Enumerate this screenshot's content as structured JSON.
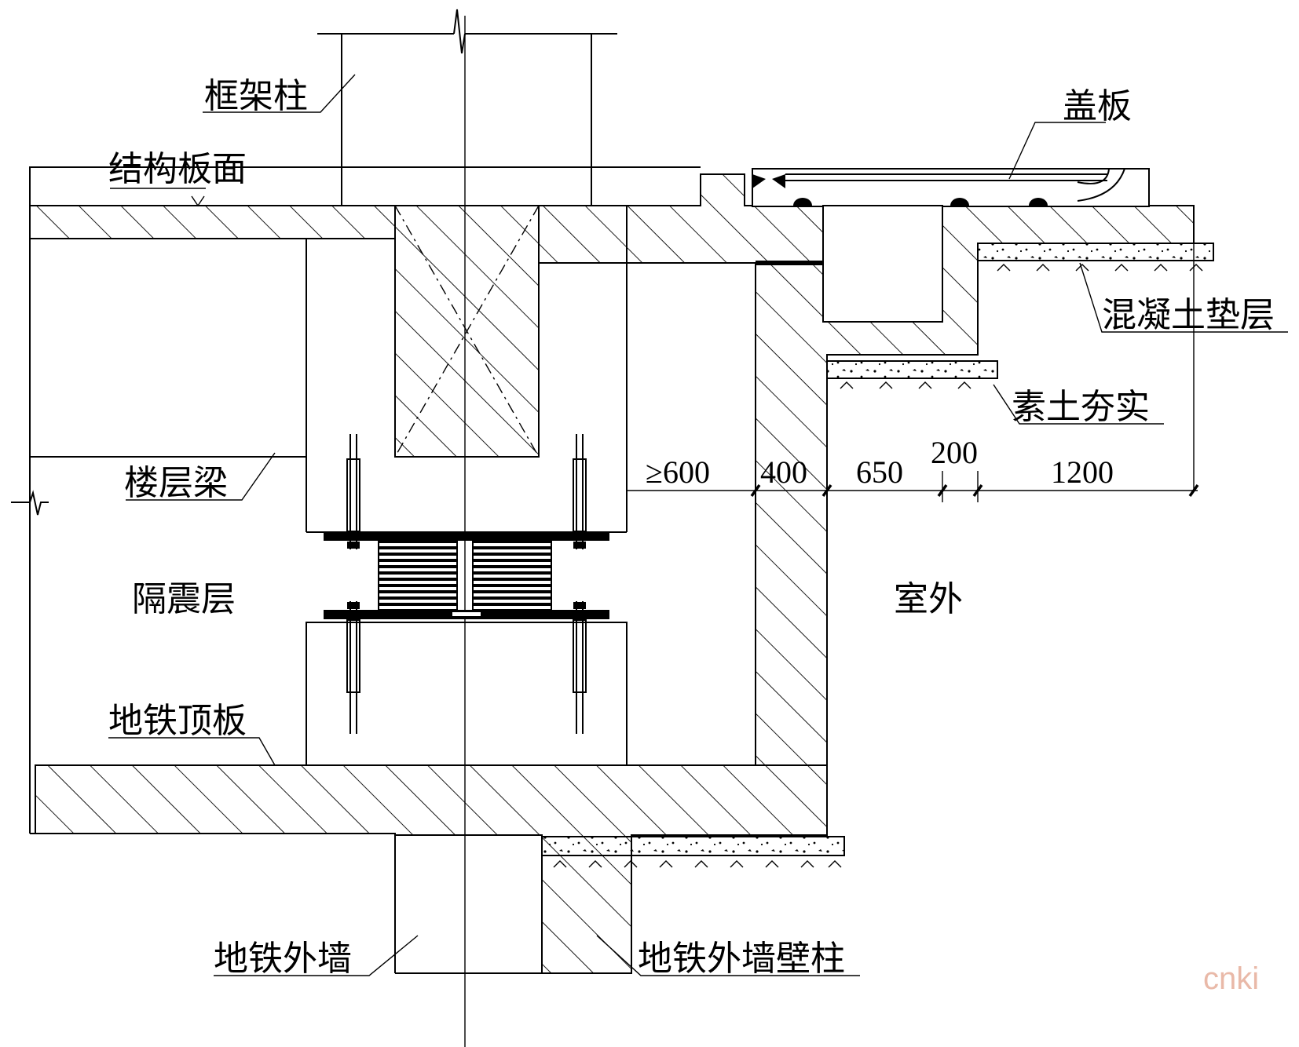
{
  "labels": {
    "frame_column": "框架柱",
    "cover_plate": "盖板",
    "structural_slab_surface": "结构板面",
    "concrete_cushion": "混凝土垫层",
    "compacted_soil": "素土夯实",
    "floor_beam": "楼层梁",
    "isolation_layer": "隔震层",
    "outdoor": "室外",
    "metro_roof_slab": "地铁顶板",
    "metro_outer_wall": "地铁外墙",
    "metro_outer_wall_pilaster": "地铁外墙壁柱"
  },
  "dimensions": {
    "gap": "≥600",
    "wall": "400",
    "d650": "650",
    "d200": "200",
    "d1200": "1200"
  },
  "watermark": "cnki"
}
